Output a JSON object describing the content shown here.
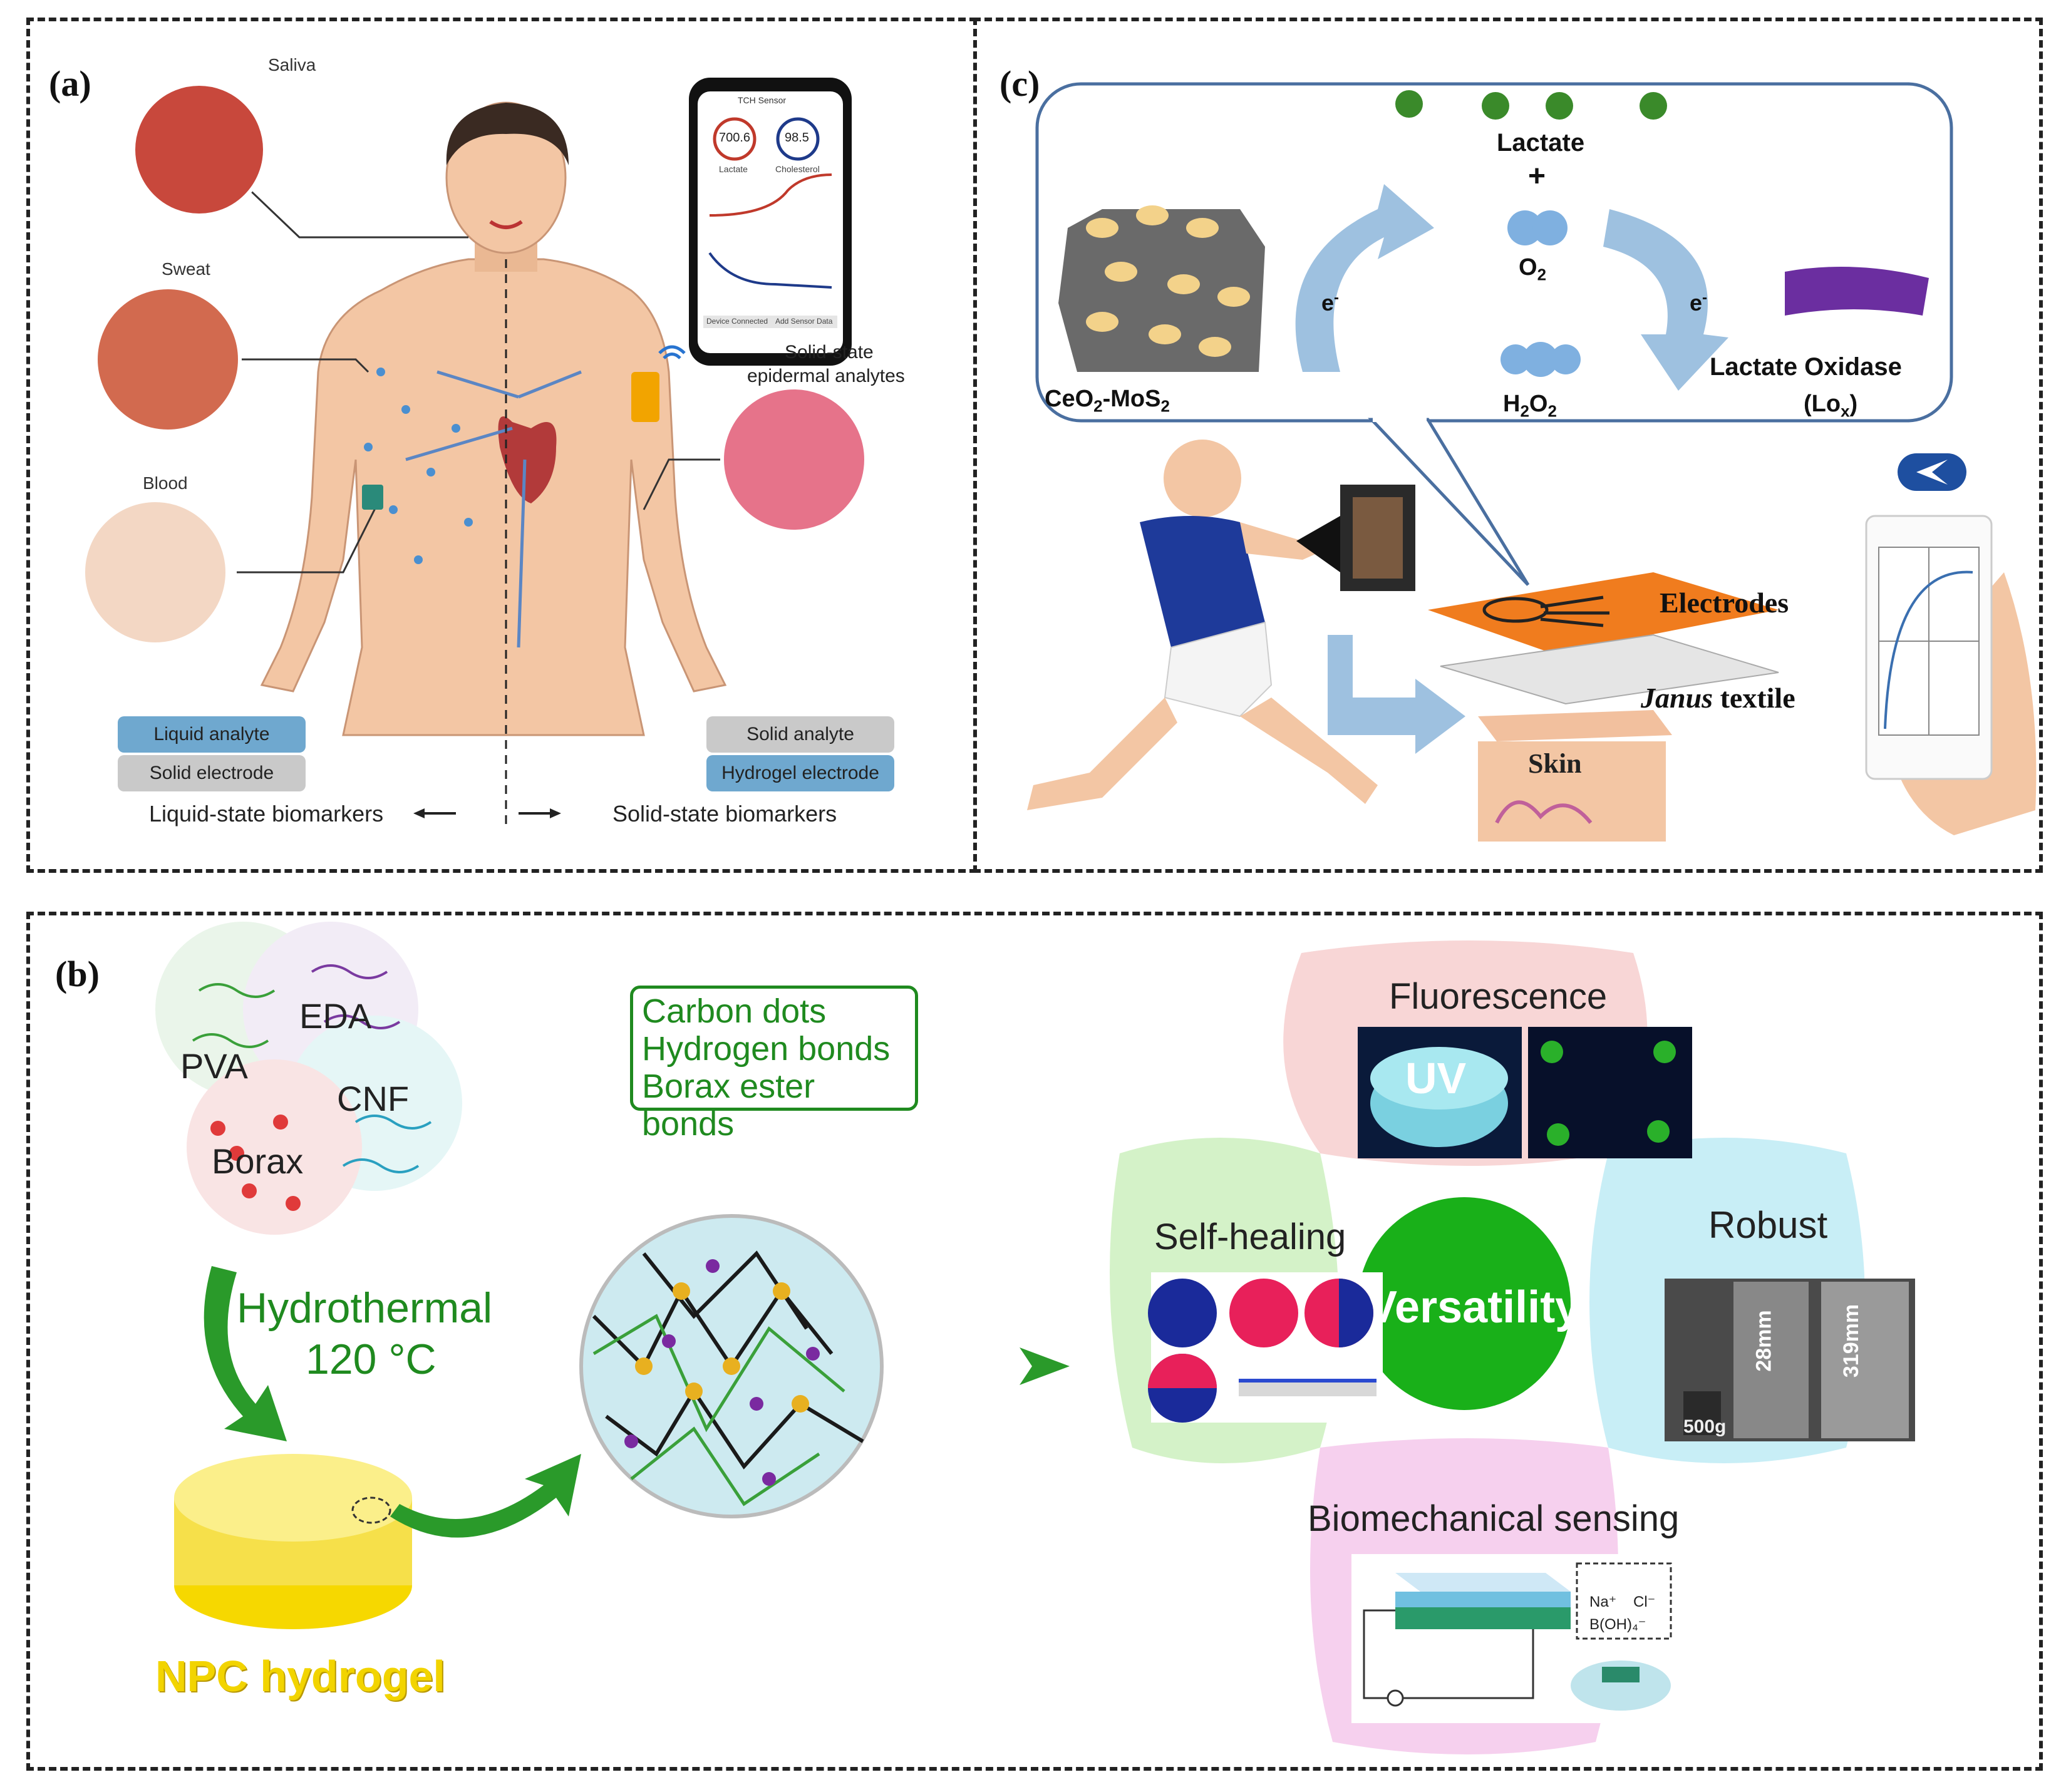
{
  "panel_a": {
    "label": "(a)",
    "saliva": "Saliva",
    "sweat": "Sweat",
    "blood": "Blood",
    "solid_state_line1": "Solid-state",
    "solid_state_line2": "epidermal analytes",
    "liquid_analyte": "Liquid analyte",
    "solid_electrode": "Solid electrode",
    "solid_analyte": "Solid analyte",
    "hydrogel_electrode": "Hydrogel electrode",
    "liquid_biomarkers": "Liquid-state biomarkers",
    "solid_biomarkers": "Solid-state biomarkers",
    "phone": {
      "title": "TCH Sensor",
      "value1": "700.6",
      "value1_label": "Lactate",
      "value2": "98.5",
      "value2_label": "Cholesterol",
      "button1": "Device Connected",
      "button2": "Add Sensor Data"
    },
    "colors": {
      "liquid": "#6fa8cf",
      "solid": "#c9c9c9"
    }
  },
  "panel_b": {
    "label": "(b)",
    "pva": "PVA",
    "eda": "EDA",
    "cnf": "CNF",
    "borax": "Borax",
    "bonds": [
      "Carbon dots",
      "Hydrogen bonds",
      "Borax ester bonds"
    ],
    "hydrothermal_line1": "Hydrothermal",
    "hydrothermal_line2": "120 °C",
    "npc_hydrogel": "NPC hydrogel",
    "fluorescence": "Fluorescence",
    "uv": "UV",
    "self_healing": "Self-healing",
    "robust": "Robust",
    "versatility": "Versatility",
    "biomechanical": "Biomechanical sensing",
    "mass": "500g",
    "length1": "28mm",
    "length2": "319mm",
    "ions": {
      "na": "Na⁺",
      "cl": "Cl⁻",
      "boh": "B(OH)₄⁻"
    },
    "colors": {
      "green": "#1f9a1f",
      "yellow": "#f6e04a",
      "center": "#19b019"
    }
  },
  "panel_c": {
    "label": "(c)",
    "lactate": "Lactate",
    "plus": "+",
    "o2_main": "O",
    "o2_sub": "2",
    "h2o2": [
      "H",
      "2",
      "O",
      "2"
    ],
    "electron": "e",
    "electron_sup": "-",
    "ceo2_mos2": [
      "CeO",
      "2",
      "-MoS",
      "2"
    ],
    "lactate_oxidase": "Lactate Oxidase",
    "lox": [
      "(Lo",
      "x",
      ")"
    ],
    "electrodes": "Electrodes",
    "janus_italic": "Janus",
    "janus_rest": " textile",
    "skin": "Skin"
  }
}
